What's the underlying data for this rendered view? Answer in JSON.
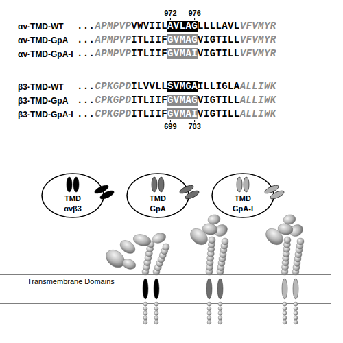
{
  "diagram": {
    "nodes": [
      {
        "text": [
          "TMD",
          "αvβ3"
        ]
      },
      {
        "text": [
          "TMD",
          "GpA"
        ]
      },
      {
        "text": [
          "TMD",
          "GpA-I"
        ]
      }
    ],
    "labels": [
      "972",
      "976",
      "αv-TMD-WT",
      "...",
      "APMPVP",
      "VWVIIL",
      "AVLAG",
      "LLLLAVL",
      "VFVMYR",
      "αv-TMD-GpA",
      "...",
      "APMPVP",
      "ITLIIF",
      "GVMAG",
      "VIGTILL",
      "VFVMYR",
      "αv-TMD-GpA-I",
      "...",
      "APMPVP",
      "ITLIIF",
      "GVMAI",
      "VIGTILL",
      "VFVMYR",
      "β3-TMD-WT",
      "...",
      "CPKGPD",
      "ILVVLL",
      "SVMGA",
      "ILLIGLA",
      "ALLIWK",
      "β3-TMD-GpA",
      "...",
      "CPKGPD",
      "ITLIIF",
      "GVMAG",
      "VIGTILL",
      "ALLIWK",
      "β3-TMD-GpA-I",
      "...",
      "CPKGPD",
      "ITLIIF",
      "GVMAI",
      "VIGTILL",
      "ALLIWK",
      "699",
      "703",
      "Transmembrane Domains"
    ]
  }
}
